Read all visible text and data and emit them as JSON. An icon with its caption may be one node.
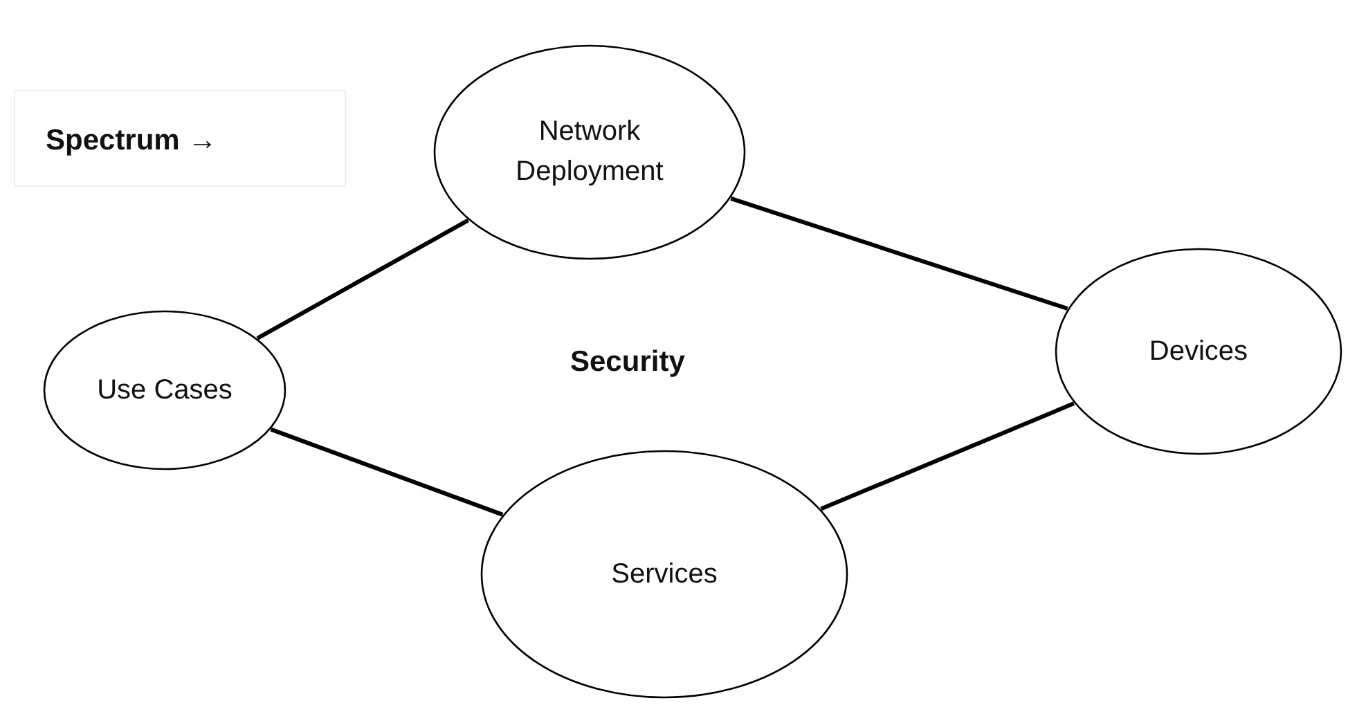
{
  "diagram": {
    "nodes": [
      {
        "text": [
          "Use Cases"
        ]
      },
      {
        "text": [
          "Network Deployment"
        ]
      },
      {
        "text": [
          "Devices"
        ]
      },
      {
        "text": [
          "Services"
        ]
      }
    ],
    "edges": [
      {
        "from": 0,
        "to": 1,
        "arrow": "none"
      },
      {
        "from": 1,
        "to": 2,
        "arrow": "none"
      },
      {
        "from": 2,
        "to": 3,
        "arrow": "none"
      },
      {
        "from": 3,
        "to": 0,
        "arrow": "none"
      }
    ],
    "labels": [
      "Spectrum →",
      "Security"
    ]
  }
}
